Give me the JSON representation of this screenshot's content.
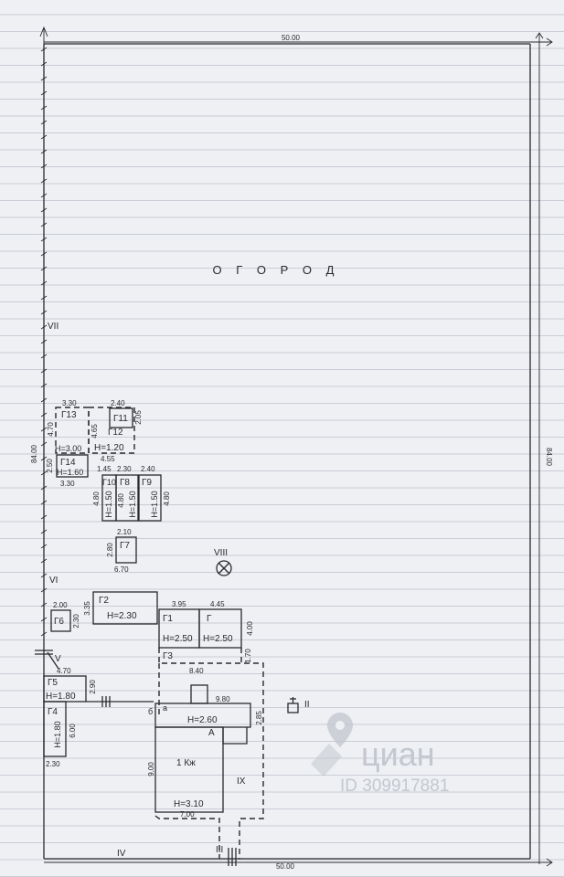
{
  "title": "О Г О Р О Д",
  "dimensions": {
    "top": "50.00",
    "bottom": "50.00",
    "left": "84.00",
    "right": "84.00"
  },
  "roman": {
    "vii": "VII",
    "vi": "VI",
    "v": "V",
    "iv": "IV",
    "iii": "III",
    "ii": "II",
    "viii": "VIII",
    "ix": "IX"
  },
  "buildings": {
    "g13": {
      "name": "Г13",
      "h": "Н=3.00",
      "d1": "3.30",
      "d2": "4.70"
    },
    "g12": {
      "name": "Г12",
      "h": "Н=1.20",
      "d1": "4.65",
      "d2": "4.55"
    },
    "g11": {
      "name": "Г11",
      "d1": "2.40",
      "d2": "2.05"
    },
    "g14": {
      "name": "Г14",
      "h": "Н=1.60",
      "d1": "2.50",
      "d2": "3.30"
    },
    "g10": {
      "name": "Г10",
      "h": "Н=1.50",
      "d1": "1.45",
      "d2": "4.80"
    },
    "g8": {
      "name": "Г8",
      "h": "Н=1.50",
      "d1": "2.30",
      "d2": "4.80"
    },
    "g9": {
      "name": "Г9",
      "h": "Н=1.50",
      "d1": "2.40",
      "d2": "4.80"
    },
    "g7": {
      "name": "Г7",
      "d1": "2.10",
      "d2": "2.80",
      "d3": "6.70"
    },
    "g2": {
      "name": "Г2",
      "h": "Н=2.30",
      "d1": "3.35"
    },
    "g6": {
      "name": "Г6",
      "d1": "2.00",
      "d2": "2.30"
    },
    "g1": {
      "name": "Г1",
      "h": "Н=2.50",
      "d1": "3.95"
    },
    "g": {
      "name": "Г",
      "h": "Н=2.50",
      "d1": "4.45",
      "d2": "4.00"
    },
    "g3": {
      "name": "Г3",
      "d1": "1.70",
      "d2": "8.40"
    },
    "g5": {
      "name": "Г5",
      "h": "Н=1.80",
      "d1": "4.70",
      "d2": "2.90"
    },
    "g4": {
      "name": "Г4",
      "h": "Н=1.80",
      "d1": "6.00",
      "d2": "2.30"
    },
    "a": {
      "name": "А",
      "h": "Н=2.60",
      "d1": "9.80",
      "d2": "2.85"
    },
    "house": {
      "name": "1 Кж",
      "h": "Н=3.10",
      "d1": "9.00",
      "d2": "7.00"
    }
  },
  "marker_a": "а",
  "marker_b": "б",
  "watermark": {
    "brand": "циан",
    "id": "ID 309917881"
  }
}
